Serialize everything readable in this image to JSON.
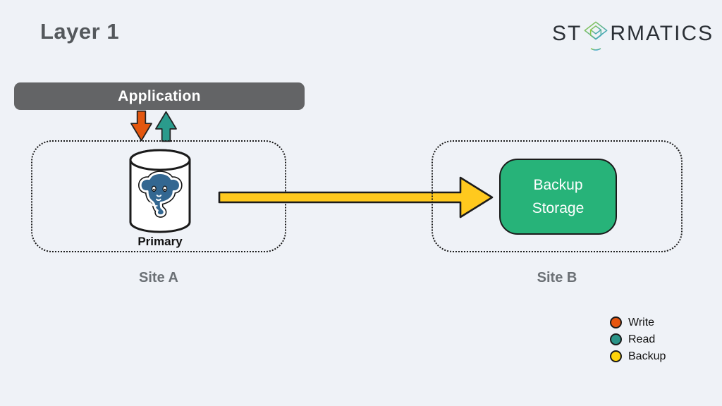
{
  "page": {
    "title": "Layer 1",
    "background": "#EFF2F7"
  },
  "logo": {
    "text_before_icon": "ST",
    "text_after_icon": "RMATICS",
    "icon": "cube-wireframe-icon",
    "text_color": "#2B3036",
    "gradient_start": "#9ACD3C",
    "gradient_end": "#2F9FD8"
  },
  "application_bar": {
    "label": "Application",
    "background": "#636466",
    "text_color": "#FFFFFF"
  },
  "arrows": {
    "write": {
      "direction": "down",
      "color": "#E4570F"
    },
    "read": {
      "direction": "up",
      "color": "#2A9B8C"
    },
    "backup": {
      "direction": "right",
      "color": "#FFC91E"
    }
  },
  "site_a": {
    "label": "Site A",
    "database": {
      "label": "Primary",
      "icon": "postgresql-elephant-icon",
      "elephant_color": "#336791"
    }
  },
  "site_b": {
    "label": "Site B",
    "backup_storage": {
      "line1": "Backup",
      "line2": "Storage",
      "background": "#27B379",
      "text_color": "#FFFFFF"
    }
  },
  "legend": {
    "items": [
      {
        "label": "Write",
        "color": "#E6550F"
      },
      {
        "label": "Read",
        "color": "#2A9488"
      },
      {
        "label": "Backup",
        "color": "#FFD30A"
      }
    ]
  }
}
